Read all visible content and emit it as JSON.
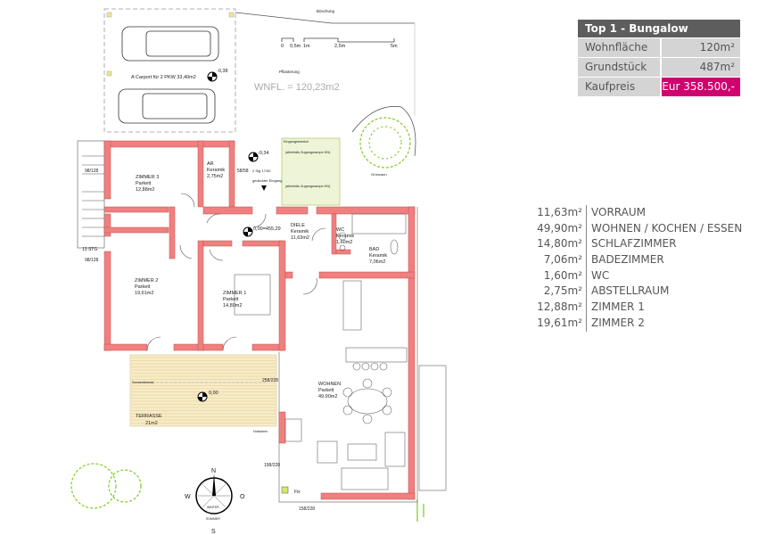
{
  "infobox": {
    "title": "Top 1 - Bungalow",
    "rows": [
      {
        "label": "Wohnfläche",
        "value": "120m²"
      },
      {
        "label": "Grundstück",
        "value": "487m²"
      },
      {
        "label": "Kaufpreis",
        "value": "Eur 358.500,-"
      }
    ],
    "accent_color": "#d0006f"
  },
  "room_list": [
    {
      "area": "11,63m²",
      "name": "VORRAUM"
    },
    {
      "area": "49,90m²",
      "name": "WOHNEN / KOCHEN / ESSEN"
    },
    {
      "area": "14,80m²",
      "name": "SCHLAFZIMMER"
    },
    {
      "area": "7,06m²",
      "name": "BADEZIMMER"
    },
    {
      "area": "1,60m²",
      "name": "WC"
    },
    {
      "area": "2,75m²",
      "name": "ABSTELLRAUM"
    },
    {
      "area": "12,88m²",
      "name": "ZIMMER 1"
    },
    {
      "area": "19,61m²",
      "name": "ZIMMER 2"
    }
  ],
  "plan": {
    "boeschung": "Böschung",
    "pflasterung": "Pflasterung",
    "scale": [
      "0",
      "0,5m",
      "1m",
      "2,5m",
      "5m"
    ],
    "wnfl": "WNFL. = 120,23m2",
    "carport": "A  Carport für 2 PKW 33,40m2",
    "carport_level": "-0,38",
    "entry_level": "-0,34",
    "stairs": "2 Stg 17/30",
    "covered_entry": "gedeckter Eingang",
    "entry_area": "Eingangsbereich",
    "ramp1": "(allenfalls Zugangsrampe 6%)",
    "ramp2": "(allenfalls Zugangsrampe 6%)",
    "gruenzaun": "Grünzaun",
    "floor_level": "0,00=455,29",
    "terrace_level": "0,00",
    "rooms": {
      "zimmer3": [
        "ZIMMER 3",
        "Parkett",
        "12,88m2"
      ],
      "ar": [
        "AR",
        "Keramik",
        "2,75m2"
      ],
      "zimmer2": [
        "ZIMMER 2",
        "Parkett",
        "19,61m2"
      ],
      "zimmer1": [
        "ZIMMER 1",
        "Parkett",
        "14,80m2"
      ],
      "diele": [
        "DIELE",
        "Keramik",
        "11,63m2"
      ],
      "wc": [
        "WC",
        "Keramik",
        "1,60m2"
      ],
      "bad": [
        "BAD",
        "Keramik",
        "7,06m2"
      ],
      "wohnen": [
        "WOHNEN",
        "Parkett",
        "49,90m2"
      ],
      "terrasse": [
        "TERRASSE",
        "21m2"
      ]
    },
    "sonnenblende": "Sonnenblende",
    "notkamin": "Notkamin",
    "fix": "Fix",
    "stg": "13 STG",
    "dims": [
      "98/128",
      "98/128",
      "58/58",
      "258/228",
      "198/228",
      "158/228"
    ],
    "compass": {
      "n": "N",
      "s": "S",
      "w": "W",
      "o": "O",
      "winter": "WINTER",
      "sommer": "SOMMER"
    }
  },
  "colors": {
    "wall": "#f08080",
    "wall_stroke": "#c0504d",
    "terrace": "#f3e3b6",
    "plant": "#7ccc1c"
  }
}
